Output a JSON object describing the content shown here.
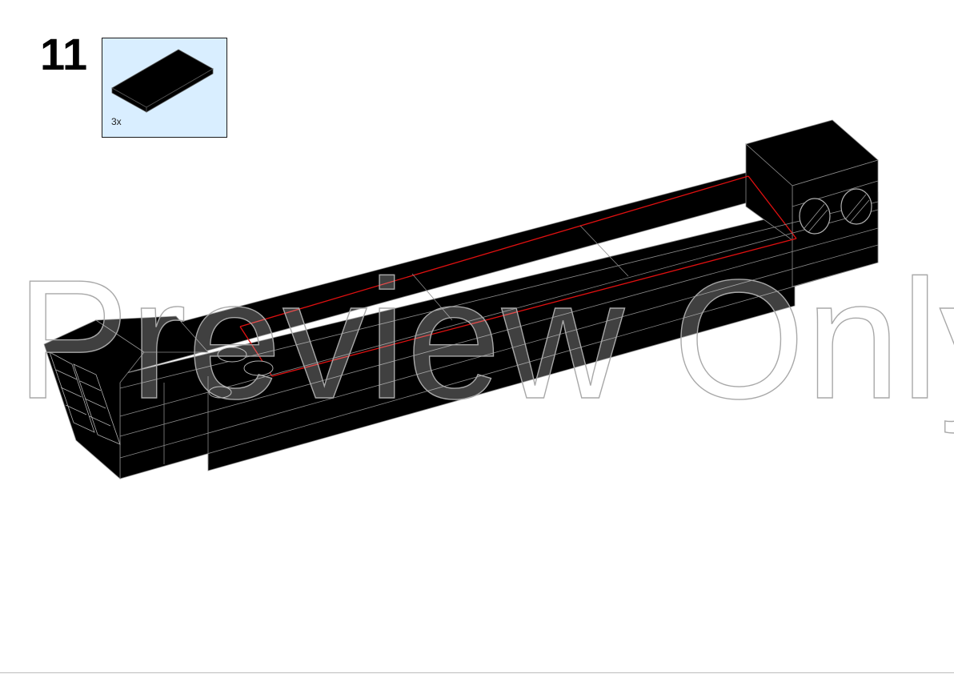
{
  "step": {
    "number": "11"
  },
  "parts_callout": {
    "quantity": "3x",
    "part_icon": "tile-1x2-black-icon",
    "color": "#000000"
  },
  "watermark": {
    "text": "Preview Only"
  },
  "colors": {
    "callout_bg": "#d9eeff",
    "highlight": "#e01010",
    "brick": "#000000"
  }
}
